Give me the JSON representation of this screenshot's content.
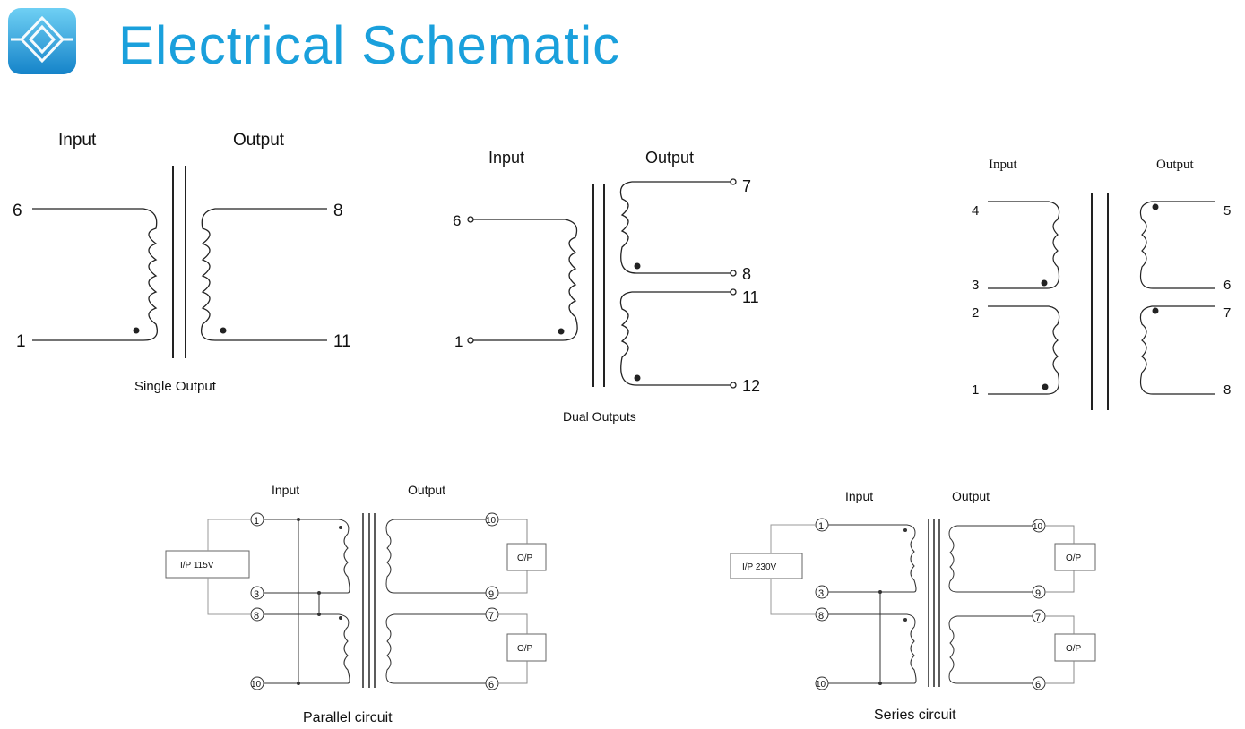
{
  "header": {
    "title": "Electrical Schematic",
    "title_color": "#1aa0dc",
    "logo_icon": "diamond-arrows-logo-icon"
  },
  "single_output": {
    "input_label": "Input",
    "output_label": "Output",
    "pin_top_left": "6",
    "pin_bottom_left": "1",
    "pin_top_right": "8",
    "pin_bottom_right": "11",
    "caption": "Single  Output"
  },
  "dual_outputs": {
    "input_label": "Input",
    "output_label": "Output",
    "pin_in_top": "6",
    "pin_in_bottom": "1",
    "pin_out_1": "7",
    "pin_out_2": "8",
    "pin_out_3": "11",
    "pin_out_4": "12",
    "caption": "Dual  Outputs"
  },
  "four_winding": {
    "input_label": "Input",
    "output_label": "Output",
    "pin_4": "4",
    "pin_3": "3",
    "pin_2": "2",
    "pin_1": "1",
    "pin_5": "5",
    "pin_6": "6",
    "pin_7": "7",
    "pin_8": "8"
  },
  "parallel": {
    "input_label": "Input",
    "output_label": "Output",
    "pin_1": "1",
    "pin_3": "3",
    "pin_8": "8",
    "pin_10_in": "10",
    "pin_10_out": "10",
    "pin_9": "9",
    "pin_7": "7",
    "pin_6": "6",
    "input_box": "I/P  115V",
    "op_top": "O/P",
    "op_bottom": "O/P",
    "caption": "Parallel circuit"
  },
  "series": {
    "input_label": "Input",
    "output_label": "Output",
    "pin_1": "1",
    "pin_3": "3",
    "pin_8": "8",
    "pin_10_in": "10",
    "pin_10_out": "10",
    "pin_9": "9",
    "pin_7": "7",
    "pin_6": "6",
    "input_box": "I/P  230V",
    "op_top": "O/P",
    "op_bottom": "O/P",
    "caption": "Series circuit"
  }
}
